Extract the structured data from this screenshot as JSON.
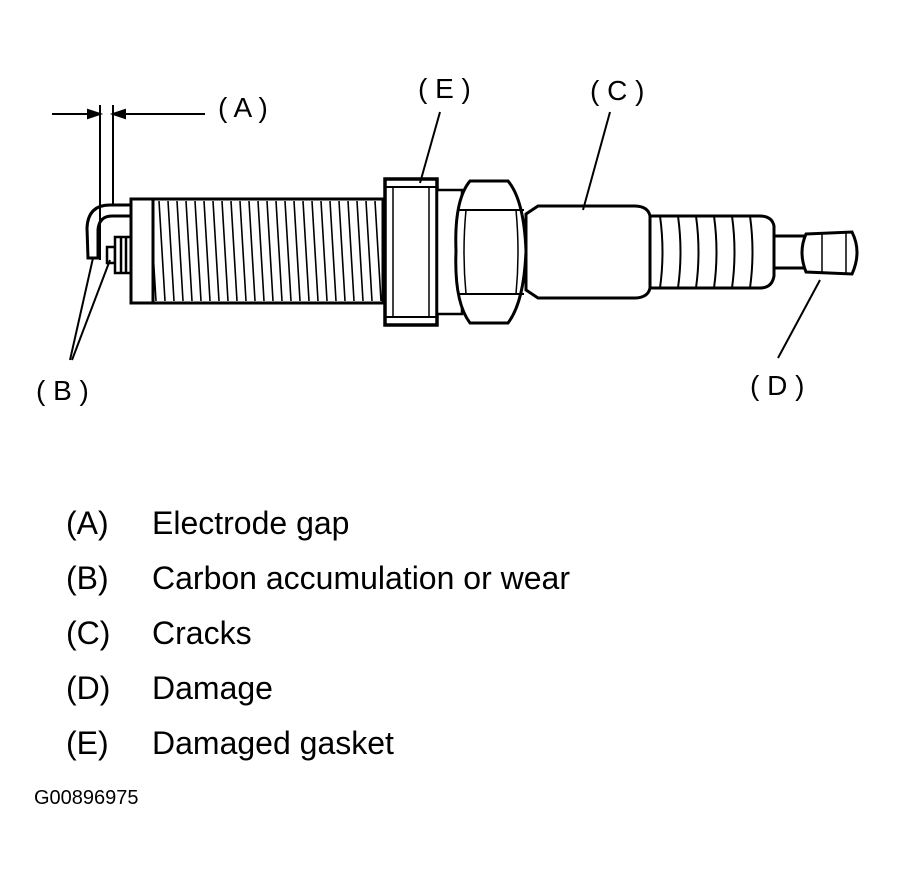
{
  "callouts": {
    "A": "( A )",
    "B": "( B )",
    "C": "( C )",
    "D": "( D )",
    "E": "( E )"
  },
  "legend": [
    {
      "key": "(A)",
      "text": "Electrode gap"
    },
    {
      "key": "(B)",
      "text": "Carbon accumulation or wear"
    },
    {
      "key": "(C)",
      "text": "Cracks"
    },
    {
      "key": "(D)",
      "text": "Damage"
    },
    {
      "key": "(E)",
      "text": "Damaged gasket"
    }
  ],
  "figure_id": "G00896975"
}
